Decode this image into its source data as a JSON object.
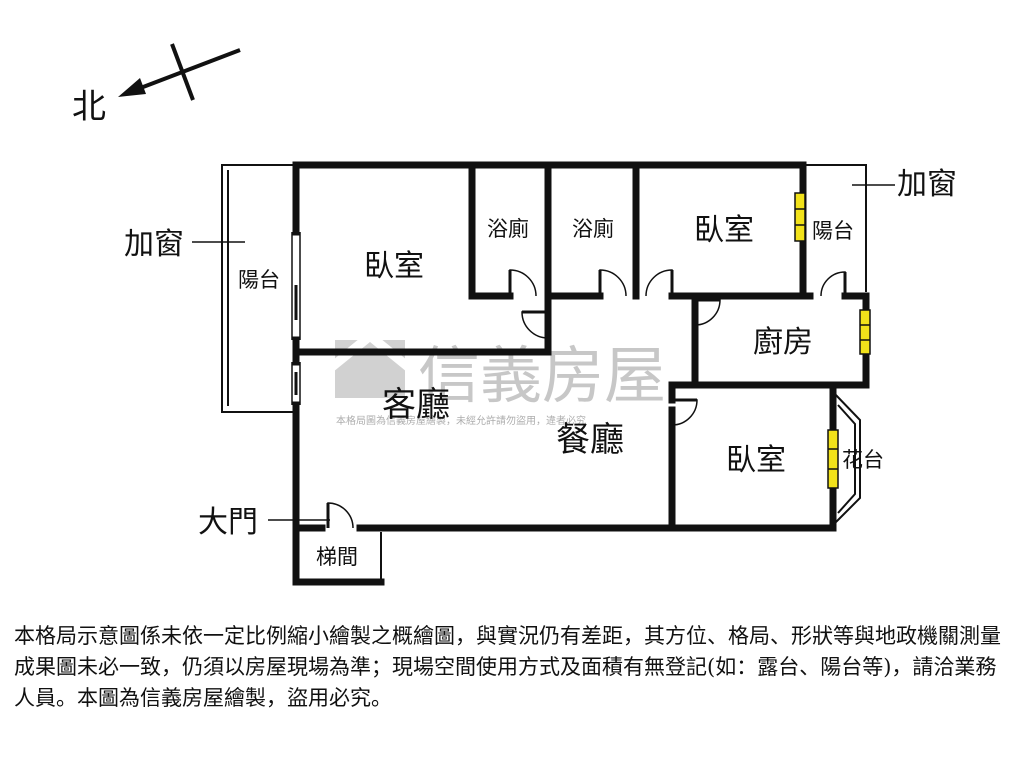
{
  "compass": {
    "north_label": "北"
  },
  "rooms": {
    "bedroom_main": "臥室",
    "bathroom_1": "浴廁",
    "bathroom_2": "浴廁",
    "bedroom_ne": "臥室",
    "balcony_west": "陽台",
    "balcony_east": "陽台",
    "kitchen": "廚房",
    "living_room": "客廳",
    "dining_room": "餐廳",
    "bedroom_se": "臥室",
    "flower_bed": "花台",
    "stairwell": "梯間"
  },
  "callouts": {
    "window_addition_west": "加窗",
    "window_addition_east": "加窗",
    "main_door": "大門"
  },
  "watermark": {
    "brand": "信義房屋",
    "notice": "本格局圖為信義房屋繪製，未經允許請勿盜用，違者必究"
  },
  "disclaimer": "本格局示意圖係未依一定比例縮小繪製之概繪圖，與實況仍有差距，其方位、格局、形狀等與地政機關測量成果圖未必一致，仍須以房屋現場為準；現場空間使用方式及面積有無登記(如：露台、陽台等)，請洽業務人員。本圖為信義房屋繪製，盜用必究。",
  "colors": {
    "wall": "#111111",
    "window_fill": "#f2e21a",
    "watermark": "#9a9a9a"
  }
}
